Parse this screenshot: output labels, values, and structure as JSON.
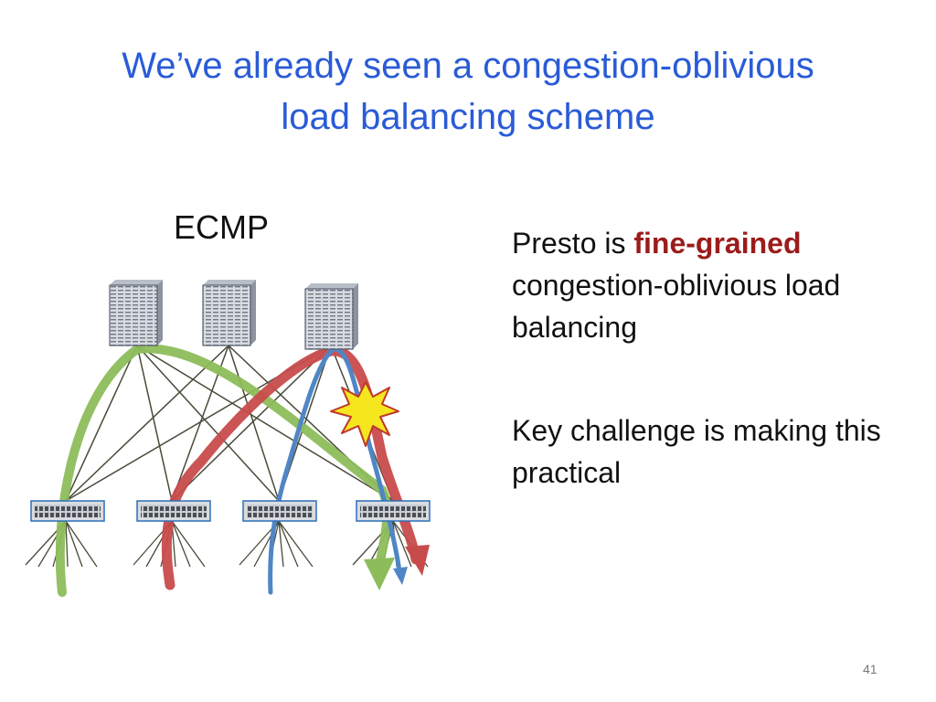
{
  "slide": {
    "title_line1": "We’ve already seen a congestion-oblivious",
    "title_line2": "load balancing scheme",
    "diagram_label": "ECMP",
    "bullet1_prefix": "Presto is ",
    "bullet1_emphasis": "fine-grained",
    "bullet1_rest": " congestion-oblivious load balancing",
    "bullet2": "Key challenge is making this practical",
    "page_number": "41"
  },
  "diagram": {
    "core_switch_count": 3,
    "edge_switch_count": 4,
    "colors": {
      "title": "#2a5bd7",
      "emphasis": "#9b1c1c",
      "flow_green": "#8cbd5a",
      "flow_red": "#c84b4b",
      "flow_blue": "#4f86c6",
      "collision_star": "#f5e61e"
    }
  }
}
